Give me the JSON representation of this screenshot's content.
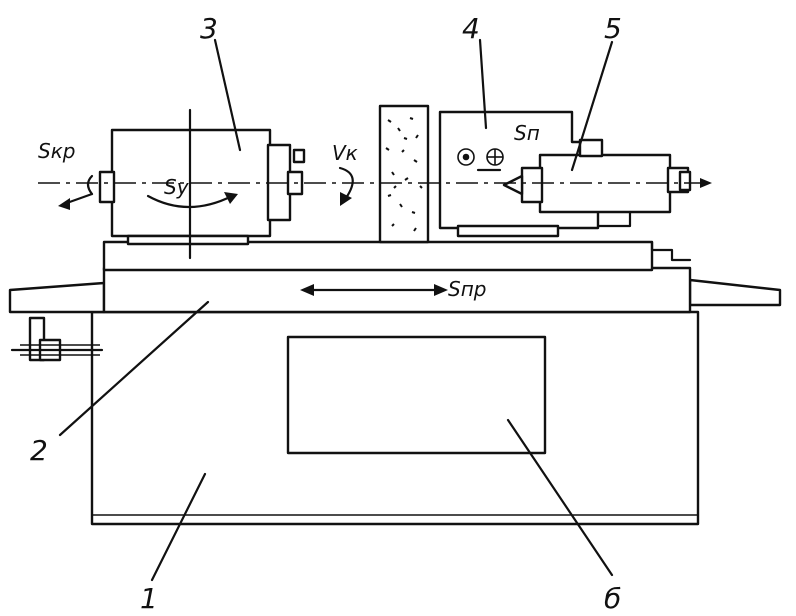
{
  "labels": {
    "bed": "1",
    "table": "2",
    "headstock": "3",
    "grinding_head": "4",
    "tailstock": "5",
    "panel": "б"
  },
  "symbols": {
    "s_kr": "Sкр",
    "s_y": "Sу",
    "v_k": "Vк",
    "s_p": "Sп",
    "s_pr": "Sпр"
  }
}
